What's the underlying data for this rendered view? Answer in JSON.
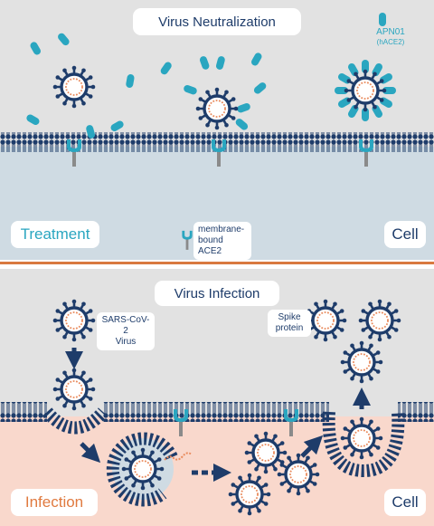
{
  "neutralization": {
    "title": "Virus Neutralization",
    "legend_line1": "APN01",
    "legend_line2": "(hACE2)",
    "membrane_label_line1": "membrane-",
    "membrane_label_line2": "bound ACE2",
    "left_label": "Treatment",
    "right_label": "Cell"
  },
  "infection": {
    "title": "Virus  Infection",
    "virus_label_line1": "SARS-CoV-2",
    "virus_label_line2": "Virus",
    "spike_label_line1": "Spike",
    "spike_label_line2": "protein",
    "left_label": "Infection",
    "right_label": "Cell"
  },
  "colors": {
    "top_background": "#e2e2e2",
    "top_cell": "#cfdbe3",
    "bottom_cell": "#f9d8cc",
    "separator": "#d9793f",
    "membrane": "#1e3c6a",
    "ace2": "#2aa6c0",
    "virus_rna": "#e98b5d",
    "treatment_text": "#2aa6c0",
    "infection_text": "#e07a3f"
  }
}
